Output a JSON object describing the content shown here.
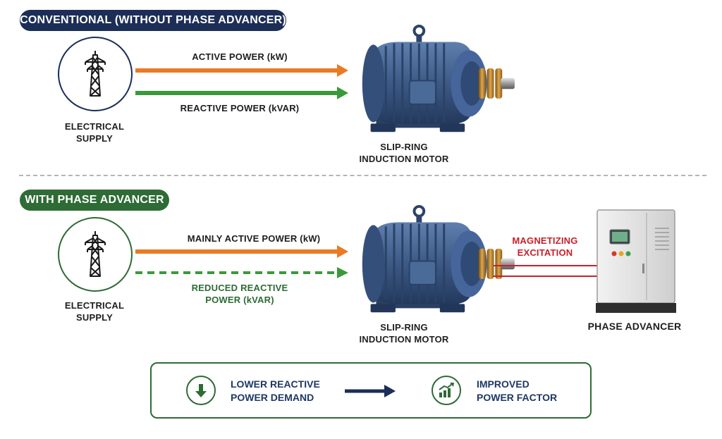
{
  "colors": {
    "navy": "#1c2e57",
    "green": "#2e6b35",
    "active_orange": "#ea7a24",
    "reactive_green": "#3a9a3a",
    "excitation_red": "#c8202a",
    "motor_blue": "#3d5a86"
  },
  "top_section": {
    "title": "CONVENTIONAL (WITHOUT PHASE ADVANCER)",
    "supply_label": [
      "ELECTRICAL",
      "SUPPLY"
    ],
    "active_power_label": "ACTIVE POWER (kW)",
    "reactive_power_label": "REACTIVE POWER (kVAR)",
    "motor_label": [
      "SLIP-RING",
      "INDUCTION MOTOR"
    ]
  },
  "bottom_section": {
    "title": "WITH PHASE ADVANCER",
    "supply_label": [
      "ELECTRICAL",
      "SUPPLY"
    ],
    "active_power_label": "MAINLY ACTIVE POWER (kW)",
    "reactive_power_label": [
      "REDUCED REACTIVE",
      "POWER (kVAR)"
    ],
    "motor_label": [
      "SLIP-RING",
      "INDUCTION MOTOR"
    ],
    "excitation_label": [
      "MAGNETIZING",
      "EXCITATION"
    ],
    "advancer_label": "PHASE ADVANCER"
  },
  "summary": {
    "left_text": [
      "LOWER REACTIVE",
      "POWER DEMAND"
    ],
    "right_text": [
      "IMPROVED",
      "POWER FACTOR"
    ],
    "left_icon": "down-arrow-icon",
    "right_icon": "rising-bar-chart-icon"
  }
}
